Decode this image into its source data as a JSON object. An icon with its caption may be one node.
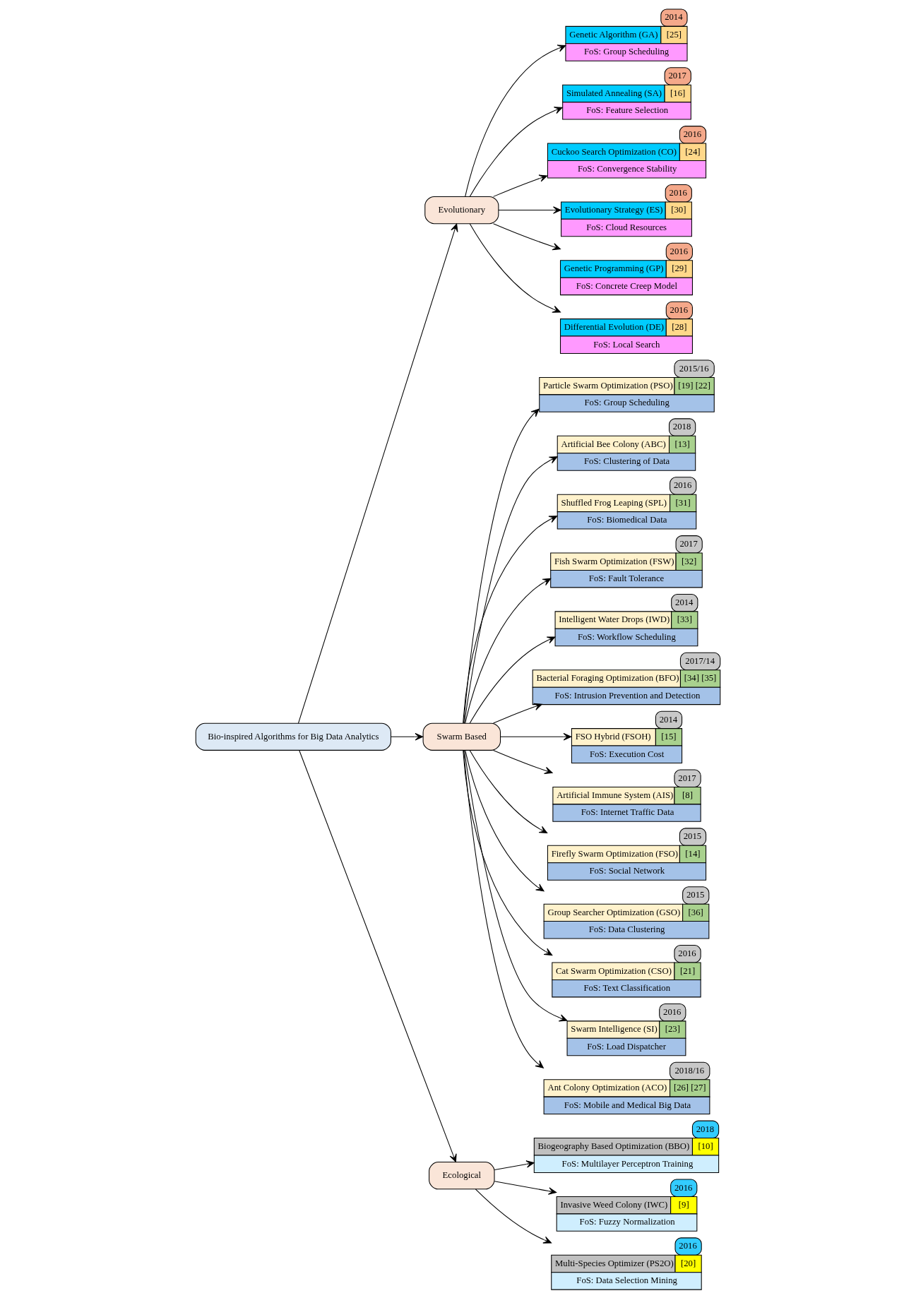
{
  "diagram": {
    "nodes": [
      {
        "text": [
          "Bio-inspired Algorithms for Big Data Analytics"
        ]
      },
      {
        "text": [
          "Evolutionary"
        ]
      },
      {
        "text": [
          "Swarm Based"
        ]
      },
      {
        "text": [
          "Ecological"
        ]
      },
      {
        "text": [
          "2014",
          "Genetic Algorithm (GA)",
          "[25]",
          "FoS: Group Scheduling"
        ]
      },
      {
        "text": [
          "2017",
          "Simulated Annealing (SA)",
          "[16]",
          "FoS: Feature Selection"
        ]
      },
      {
        "text": [
          "2016",
          "Cuckoo Search Optimization (CO)",
          "[24]",
          "FoS: Convergence Stability"
        ]
      },
      {
        "text": [
          "2016",
          "Evolutionary Strategy (ES)",
          "[30]",
          "FoS: Cloud Resources"
        ]
      },
      {
        "text": [
          "2016",
          "Genetic Programming (GP)",
          "[29]",
          "FoS: Concrete Creep Model"
        ]
      },
      {
        "text": [
          "2016",
          "Differential Evolution (DE)",
          "[28]",
          "FoS: Local Search"
        ]
      },
      {
        "text": [
          "2015/16",
          "Particle Swarm Optimization (PSO)",
          "[19] [22]",
          "FoS: Group Scheduling"
        ]
      },
      {
        "text": [
          "2018",
          "Artificial Bee Colony (ABC)",
          "[13]",
          "FoS: Clustering of Data"
        ]
      },
      {
        "text": [
          "2016",
          "Shuffled Frog Leaping (SPL)",
          "[31]",
          "FoS: Biomedical Data"
        ]
      },
      {
        "text": [
          "2017",
          "Fish Swarm Optimization (FSW)",
          "[32]",
          "FoS: Fault Tolerance"
        ]
      },
      {
        "text": [
          "2014",
          "Intelligent Water Drops (IWD)",
          "[33]",
          "FoS: Workflow Scheduling"
        ]
      },
      {
        "text": [
          "2017/14",
          "Bacterial Foraging Optimization (BFO)",
          "[34] [35]",
          "FoS: Intrusion Prevention and Detection"
        ]
      },
      {
        "text": [
          "2014",
          "FSO Hybrid (FSOH)",
          "[15]",
          "FoS: Execution Cost"
        ]
      },
      {
        "text": [
          "2017",
          "Artificial Immune System (AIS)",
          "[8]",
          "FoS: Internet Traffic Data"
        ]
      },
      {
        "text": [
          "2015",
          "Firefly Swarm Optimization (FSO)",
          "[14]",
          "FoS: Social Network"
        ]
      },
      {
        "text": [
          "2015",
          "Group Searcher Optimization (GSO)",
          "[36]",
          "FoS: Data Clustering"
        ]
      },
      {
        "text": [
          "2016",
          "Cat Swarm Optimization (CSO)",
          "[21]",
          "FoS: Text Classification"
        ]
      },
      {
        "text": [
          "2016",
          "Swarm Intelligence (SI)",
          "[23]",
          "FoS: Load Dispatcher"
        ]
      },
      {
        "text": [
          "2018/16",
          "Ant Colony Optimization (ACO)",
          "[26] [27]",
          "FoS: Mobile and Medical Big Data"
        ]
      },
      {
        "text": [
          "2018",
          "Biogeography Based Optimization (BBO)",
          "[10]",
          "FoS: Multilayer Perceptron Training"
        ]
      },
      {
        "text": [
          "2016",
          "Invasive Weed Colony (IWC)",
          "[9]",
          "FoS: Fuzzy Normalization"
        ]
      },
      {
        "text": [
          "2016",
          "Multi-Species Optimizer (PS2O)",
          "[20]",
          "FoS: Data Selection Mining"
        ]
      }
    ],
    "edges": [
      {
        "from": 0,
        "to": 1,
        "arrow": "to"
      },
      {
        "from": 0,
        "to": 2,
        "arrow": "to"
      },
      {
        "from": 0,
        "to": 3,
        "arrow": "to"
      },
      {
        "from": 1,
        "to": 4,
        "arrow": "to"
      },
      {
        "from": 1,
        "to": 5,
        "arrow": "to"
      },
      {
        "from": 1,
        "to": 6,
        "arrow": "to"
      },
      {
        "from": 1,
        "to": 7,
        "arrow": "to"
      },
      {
        "from": 1,
        "to": 8,
        "arrow": "to"
      },
      {
        "from": 1,
        "to": 9,
        "arrow": "to"
      },
      {
        "from": 2,
        "to": 10,
        "arrow": "to"
      },
      {
        "from": 2,
        "to": 11,
        "arrow": "to"
      },
      {
        "from": 2,
        "to": 12,
        "arrow": "to"
      },
      {
        "from": 2,
        "to": 13,
        "arrow": "to"
      },
      {
        "from": 2,
        "to": 14,
        "arrow": "to"
      },
      {
        "from": 2,
        "to": 15,
        "arrow": "to"
      },
      {
        "from": 2,
        "to": 16,
        "arrow": "to"
      },
      {
        "from": 2,
        "to": 17,
        "arrow": "to"
      },
      {
        "from": 2,
        "to": 18,
        "arrow": "to"
      },
      {
        "from": 2,
        "to": 19,
        "arrow": "to"
      },
      {
        "from": 2,
        "to": 20,
        "arrow": "to"
      },
      {
        "from": 2,
        "to": 21,
        "arrow": "to"
      },
      {
        "from": 2,
        "to": 22,
        "arrow": "to"
      },
      {
        "from": 3,
        "to": 23,
        "arrow": "to"
      },
      {
        "from": 3,
        "to": 24,
        "arrow": "to"
      },
      {
        "from": 3,
        "to": 25,
        "arrow": "to"
      }
    ]
  }
}
